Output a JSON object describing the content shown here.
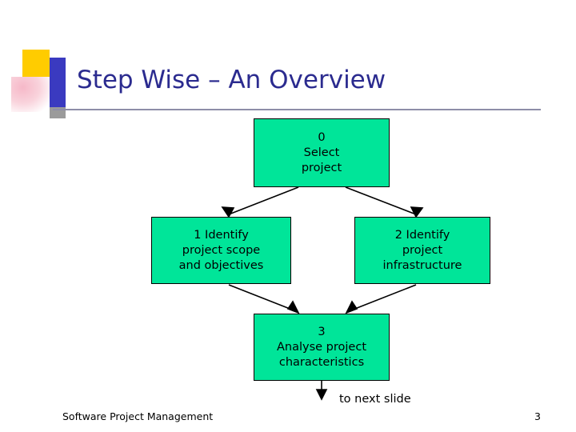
{
  "slide": {
    "title": "Step Wise – An Overview",
    "footer_left": "Software Project Management",
    "page_number": "3",
    "next_slide_label": "to next slide",
    "accent_color": "#2b2b8f",
    "box_fill_color": "#00e599",
    "rule_color": "#8e8ea8"
  },
  "diagram": {
    "boxes": [
      {
        "id": "select-project",
        "lines": [
          "0",
          "Select",
          "project"
        ]
      },
      {
        "id": "identify-scope",
        "lines": [
          "1 Identify",
          "project scope",
          "and objectives"
        ]
      },
      {
        "id": "identify-infrastructure",
        "lines": [
          "2 Identify",
          "project",
          "infrastructure"
        ]
      },
      {
        "id": "analyse-characteristics",
        "lines": [
          "3",
          "Analyse project",
          "characteristics"
        ]
      }
    ]
  }
}
